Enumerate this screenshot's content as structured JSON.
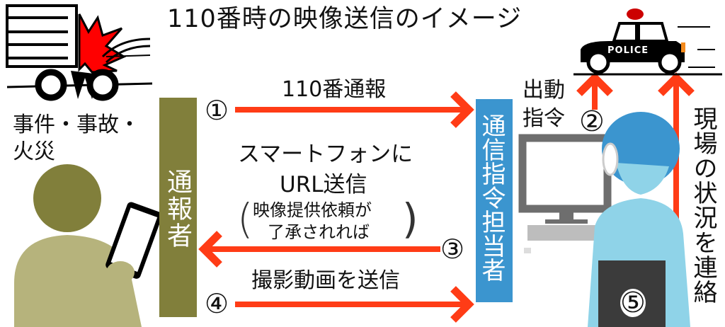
{
  "title": "110番時の映像送信のイメージ",
  "left_label": {
    "line1": "事件・事故・",
    "line2": "火災"
  },
  "reporter_label": "通報者",
  "dispatcher_label": "通信指令担当者",
  "steps": [
    {
      "number": "①",
      "label": "110番通報"
    },
    {
      "number": "②",
      "label_line1": "出動",
      "label_line2": "指令"
    },
    {
      "number": "③",
      "label_line1": "スマートフォンに",
      "label_line2": "URL送信",
      "note_line1": "映像提供依頼が",
      "note_line2": "了承されれば"
    },
    {
      "number": "④",
      "label": "撮影動画を送信"
    },
    {
      "number": "⑤",
      "label": "現場の状況を連絡"
    }
  ],
  "police_car_text": "POLICE",
  "colors": {
    "arrow": "#ff3c16",
    "reporter": "#817f3b",
    "dispatcher": "#3b95cf",
    "operator": "#8fd3e8"
  }
}
